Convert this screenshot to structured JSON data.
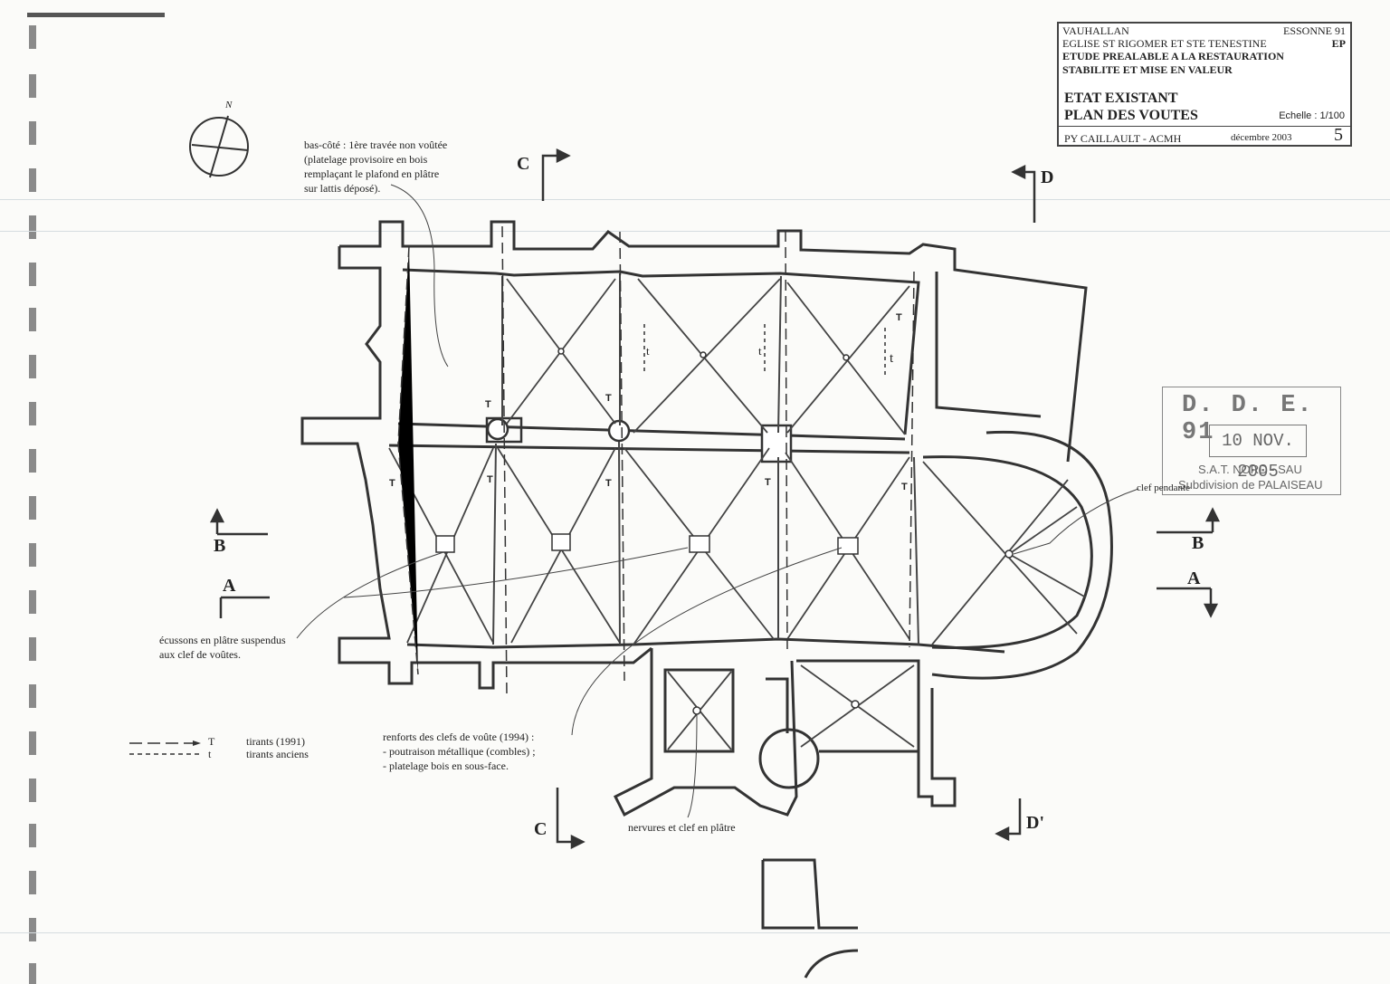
{
  "cartouche": {
    "commune": "VAUHALLAN",
    "departement": "ESSONNE  91",
    "church": "EGLISE ST RIGOMER ET STE TENESTINE",
    "ep": "EP",
    "study_line1": "ETUDE PREALABLE A LA RESTAURATION",
    "study_line2": "STABILITE ET MISE EN VALEUR",
    "state": "ETAT EXISTANT",
    "plan": "PLAN DES VOUTES",
    "scale": "Echelle : 1/100",
    "author": "PY CAILLAULT - ACMH",
    "date": "décembre 2003",
    "sheet": "5"
  },
  "stamp": {
    "title": "D. D. E.  91",
    "date": "10 NOV. 2005",
    "line1": "S.A.T. NORD - SAU",
    "line2": "Subdivision de PALAISEAU"
  },
  "compass": {
    "label": "N"
  },
  "notes": {
    "bascote": [
      "bas-côté : 1ère travée non voûtée",
      "(platelage provisoire en bois",
      "remplaçant le plafond en plâtre",
      "sur lattis déposé)."
    ],
    "ecussons": [
      "écussons en plâtre suspendus",
      "aux clef de voûtes."
    ],
    "renforts": [
      "renforts des clefs de voûte (1994) :",
      "-     poutraison métallique (combles) ;",
      "-     platelage bois en sous-face."
    ],
    "nervures": "nervures et clef en plâtre",
    "clef_pendante": "clef pendante"
  },
  "legend": {
    "tirants_new_mark": "T",
    "tirants_new_label": "tirants (1991)",
    "tirants_old_mark": "t",
    "tirants_old_label": "tirants anciens"
  },
  "sections": {
    "A": "A",
    "B": "B",
    "C": "C",
    "D": "D",
    "D_bottom": "D'"
  },
  "tie_marks": {
    "T": "T",
    "t": "t"
  }
}
